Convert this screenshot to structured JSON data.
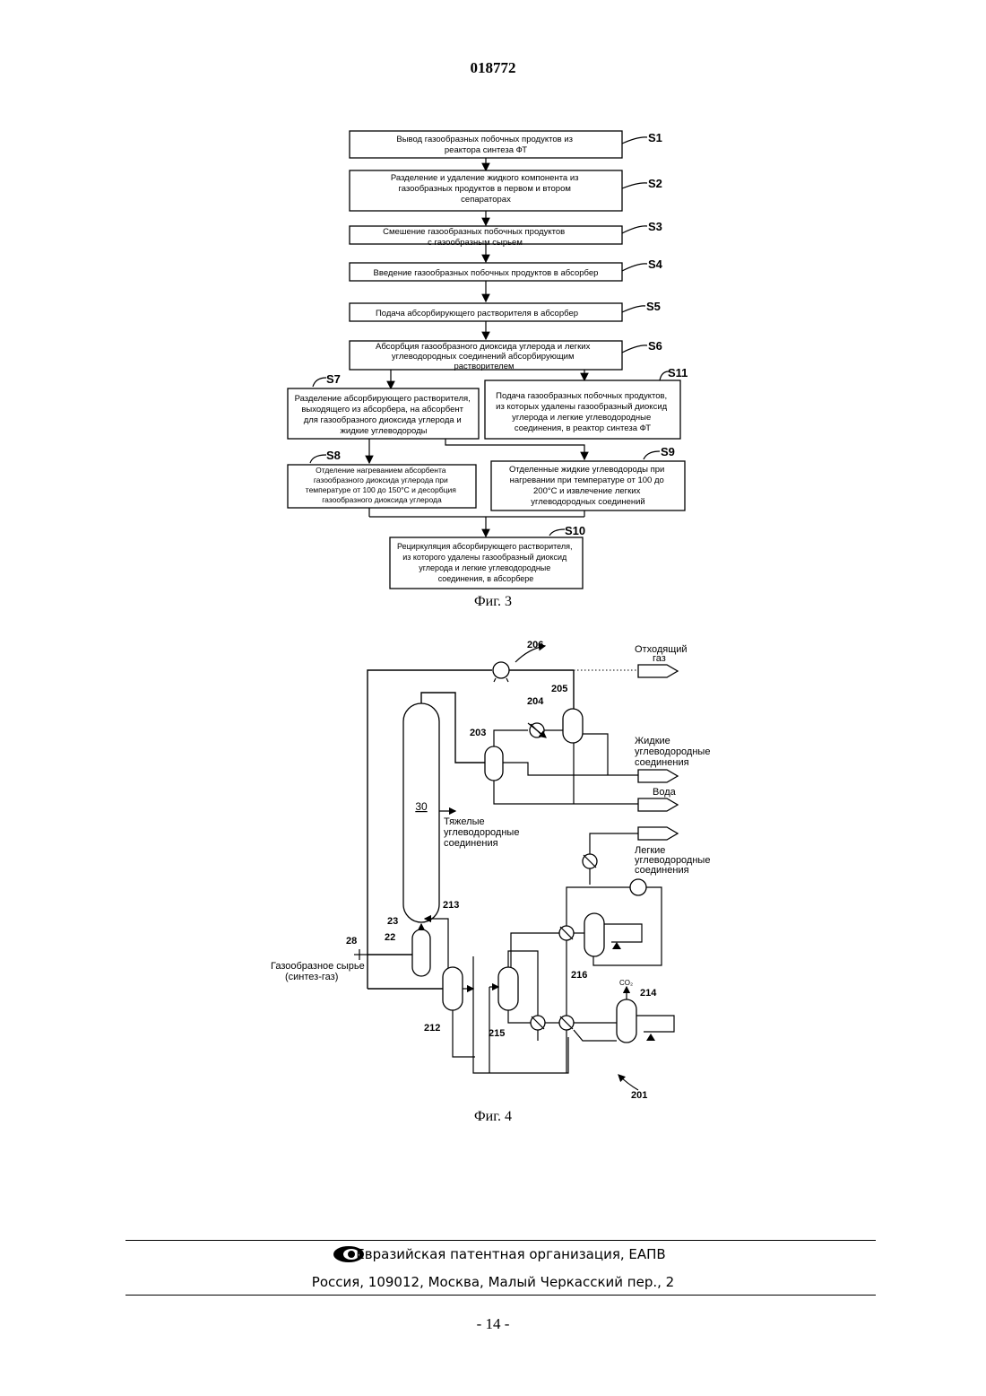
{
  "header": {
    "doc_number": "018772"
  },
  "fig3": {
    "caption": "Фиг. 3",
    "steps": [
      {
        "id": "S1",
        "lines": [
          "Вывод газообразных побочных продуктов из",
          "реактора синтеза ФТ"
        ]
      },
      {
        "id": "S2",
        "lines": [
          "Разделение и удаление жидкого компонента из",
          "газообразных продуктов в первом и втором",
          "сепараторах"
        ]
      },
      {
        "id": "S3",
        "lines": [
          "Смешение газообразных побочных продуктов",
          "с газообразным сырьем"
        ]
      },
      {
        "id": "S4",
        "lines": [
          "Введение газообразных побочных продуктов в абсорбер"
        ]
      },
      {
        "id": "S5",
        "lines": [
          "Подача абсорбирующего растворителя в абсорбер"
        ]
      },
      {
        "id": "S6",
        "lines": [
          "Абсорбция газообразного диоксида углерода и легких",
          "углеводородных соединений абсорбирующим",
          "растворителем"
        ]
      },
      {
        "id": "S7",
        "lines": [
          "Разделение абсорбирующего растворителя,",
          "выходящего из абсорбера, на абсорбент",
          "для газообразного диоксида углерода и",
          "жидкие углеводороды"
        ]
      },
      {
        "id": "S11",
        "lines": [
          "Подача газообразных побочных продуктов,",
          "из которых удалены газообразный диоксид",
          "углерода и легкие углеводородные",
          "соединения, в реактор синтеза ФТ"
        ]
      },
      {
        "id": "S8",
        "lines": [
          "Отделение нагреванием абсорбента",
          "газообразного диоксида углерода при",
          "температуре от 100 до 150°С и десорбция",
          "газообразного диоксида углерода"
        ]
      },
      {
        "id": "S9",
        "lines": [
          "Отделенные жидкие углеводороды при",
          "нагревании при температуре от 100 до",
          "200°С и извлечение легких",
          "углеводородных соединений"
        ]
      },
      {
        "id": "S10",
        "lines": [
          "Рециркуляция абсорбирующего растворителя,",
          "из которого удалены газообразный диоксид",
          "углерода и легкие углеводородные",
          "соединения, в абсорбере"
        ]
      }
    ]
  },
  "fig4": {
    "caption": "Фиг. 4",
    "labels": {
      "ref_206": "206",
      "ref_205": "205",
      "ref_204": "204",
      "ref_203": "203",
      "ref_30": "30",
      "ref_213": "213",
      "ref_23": "23",
      "ref_22": "22",
      "ref_28": "28",
      "ref_212": "212",
      "ref_215": "215",
      "ref_216": "216",
      "ref_214": "214",
      "ref_201": "201",
      "co2": "CO₂"
    },
    "outputs": {
      "offgas": [
        "Отходящий",
        "газ"
      ],
      "liquid_hc": [
        "Жидкие",
        "углеводородные",
        "соединения"
      ],
      "water": [
        "Вода"
      ],
      "heavy_hc": [
        "Тяжелые",
        "углеводородные",
        "соединения"
      ],
      "light_hc": [
        "Легкие",
        "углеводородные",
        "соединения"
      ],
      "feed": [
        "Газообразное сырье",
        "(синтез-газ)"
      ]
    }
  },
  "footer": {
    "org_line": "Евразийская патентная организация, ЕАПВ",
    "address_line": "Россия, 109012, Москва, Малый Черкасский пер., 2",
    "page_number": "- 14 -"
  }
}
